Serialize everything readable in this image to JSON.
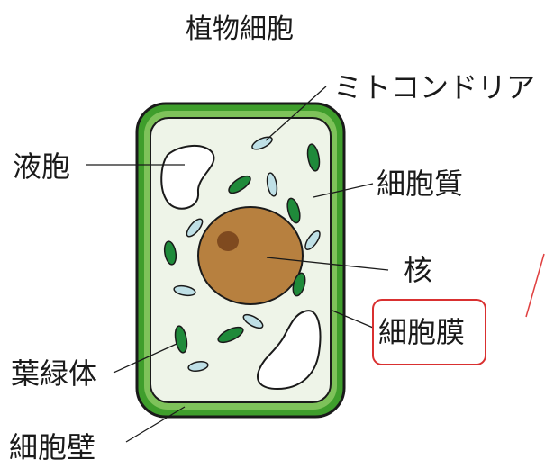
{
  "diagram": {
    "title": "植物細胞",
    "labels": {
      "mitochondria": "ミトコンドリア",
      "vacuole": "液胞",
      "cytoplasm": "細胞質",
      "nucleus": "核",
      "cell_membrane": "細胞膜",
      "chloroplast": "葉緑体",
      "cell_wall": "細胞壁"
    },
    "highlighted_label": "細胞膜",
    "colors": {
      "cell_wall": "#3f9e2c",
      "cell_wall_outline": "#1a1a1a",
      "cytoplasm": "#eef4e8",
      "nucleus": "#b7803f",
      "nucleolus": "#7f4a1f",
      "chloroplast": "#1f8a3a",
      "mitochondria": "#bfe0e6",
      "highlight_box": "#d93030",
      "pen_mark": "#e04040"
    }
  }
}
